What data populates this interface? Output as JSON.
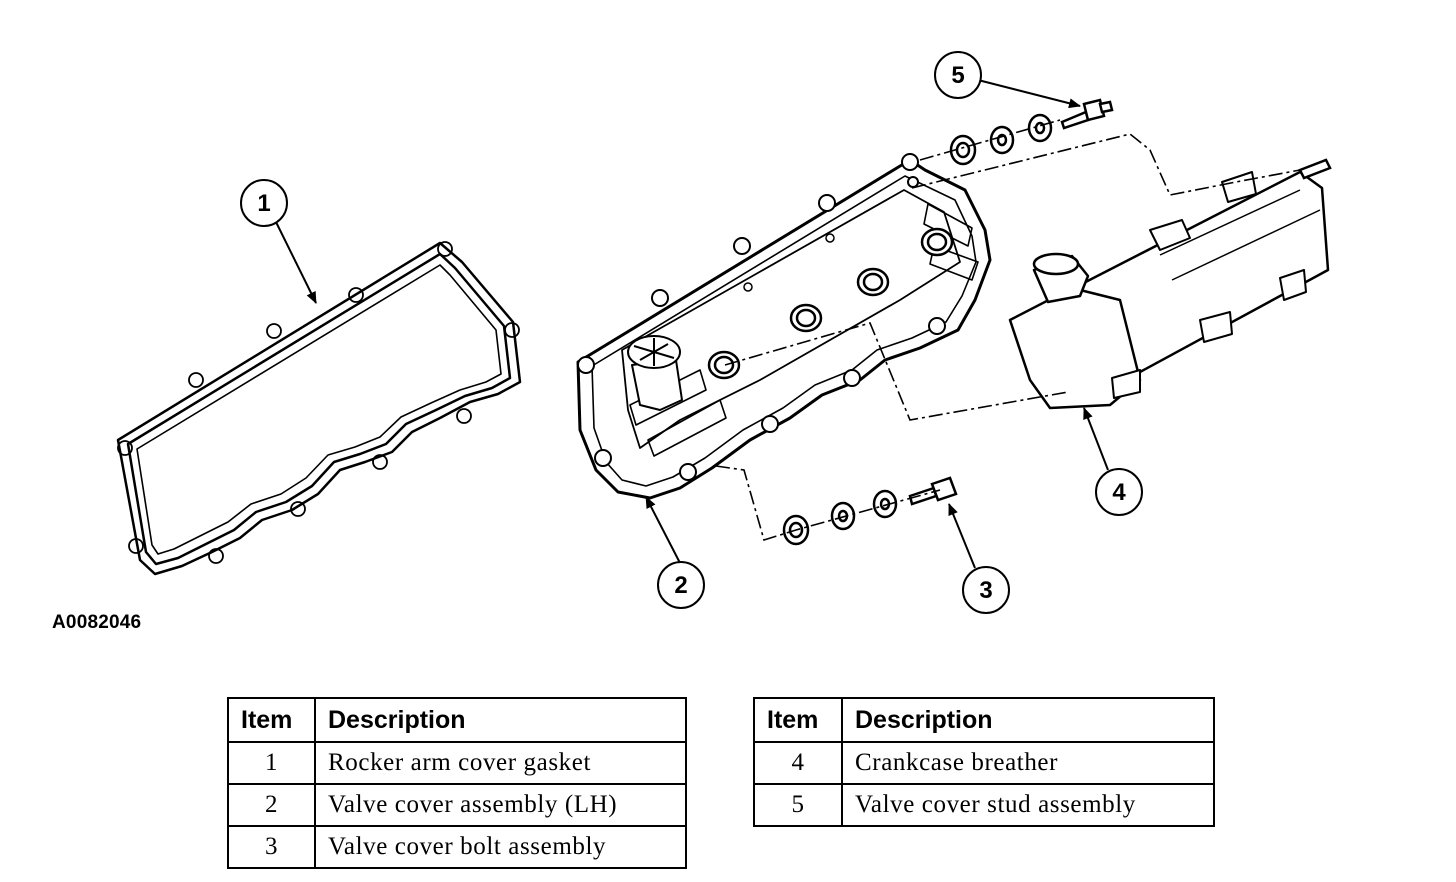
{
  "figure_id": "A0082046",
  "callouts": [
    "1",
    "2",
    "3",
    "4",
    "5"
  ],
  "tables": [
    {
      "headers": [
        "Item",
        "Description"
      ],
      "rows": [
        [
          "1",
          "Rocker arm cover gasket"
        ],
        [
          "2",
          "Valve cover assembly (LH)"
        ],
        [
          "3",
          "Valve cover bolt assembly"
        ]
      ]
    },
    {
      "headers": [
        "Item",
        "Description"
      ],
      "rows": [
        [
          "4",
          "Crankcase breather"
        ],
        [
          "5",
          "Valve cover stud assembly"
        ]
      ]
    }
  ]
}
